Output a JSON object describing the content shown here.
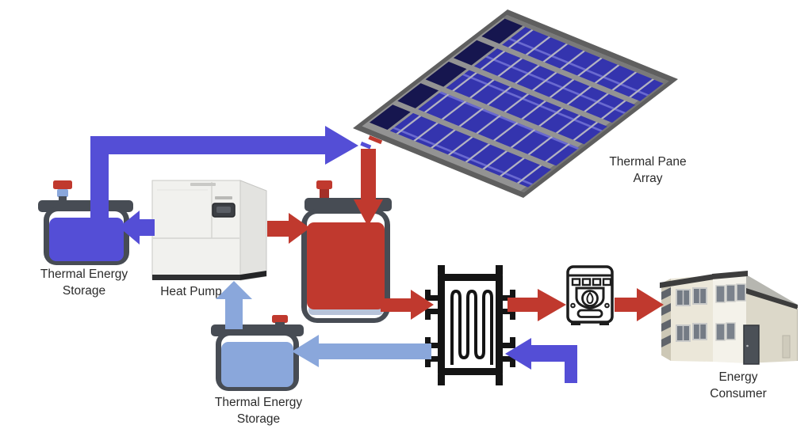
{
  "diagram": {
    "labels": {
      "array": "Thermal Pane\nArray",
      "tes_left": "Thermal Energy\nStorage",
      "heat_pump": "Heat Pump",
      "tes_bottom": "Thermal Energy\nStorage",
      "consumer": "Energy Consumer"
    },
    "colors": {
      "hot_flow": "#c0392e",
      "cold_flow": "#544ed6",
      "warm_flow": "#8aa7db",
      "tank_outline": "#474c54",
      "panel_blue": "#3434ae",
      "panel_dark": "#16164f",
      "array_frame": "#5f5f5f",
      "array_deck": "#939393",
      "icon_line": "#1a1a1a",
      "building_wall": "#ebe7d9",
      "building_trim": "#3d3d3d",
      "label_text": "#2b2b2b"
    },
    "components": [
      {
        "id": "thermal-pane-array",
        "label": "Thermal Pane Array"
      },
      {
        "id": "thermal-energy-storage-left",
        "label": "Thermal Energy Storage"
      },
      {
        "id": "heat-pump",
        "label": "Heat Pump"
      },
      {
        "id": "hot-storage-tank",
        "label": ""
      },
      {
        "id": "thermal-energy-storage-bottom",
        "label": "Thermal Energy Storage"
      },
      {
        "id": "heat-exchanger",
        "label": ""
      },
      {
        "id": "boiler",
        "label": ""
      },
      {
        "id": "energy-consumer",
        "label": "Energy Consumer"
      }
    ],
    "flows": [
      {
        "from": "thermal-energy-storage-left",
        "to": "thermal-pane-array",
        "type": "cold"
      },
      {
        "from": "thermal-pane-array",
        "to": "hot-storage-tank",
        "type": "hot"
      },
      {
        "from": "heat-pump",
        "to": "thermal-energy-storage-left",
        "type": "cold"
      },
      {
        "from": "heat-pump",
        "to": "hot-storage-tank",
        "type": "hot"
      },
      {
        "from": "thermal-energy-storage-bottom",
        "to": "heat-pump",
        "type": "warm"
      },
      {
        "from": "hot-storage-tank",
        "to": "heat-exchanger",
        "type": "hot"
      },
      {
        "from": "heat-exchanger",
        "to": "boiler",
        "type": "hot"
      },
      {
        "from": "boiler",
        "to": "energy-consumer",
        "type": "hot"
      },
      {
        "from": "return-line",
        "to": "heat-exchanger",
        "type": "cold"
      },
      {
        "from": "heat-exchanger",
        "to": "thermal-energy-storage-bottom",
        "type": "warm"
      }
    ]
  }
}
